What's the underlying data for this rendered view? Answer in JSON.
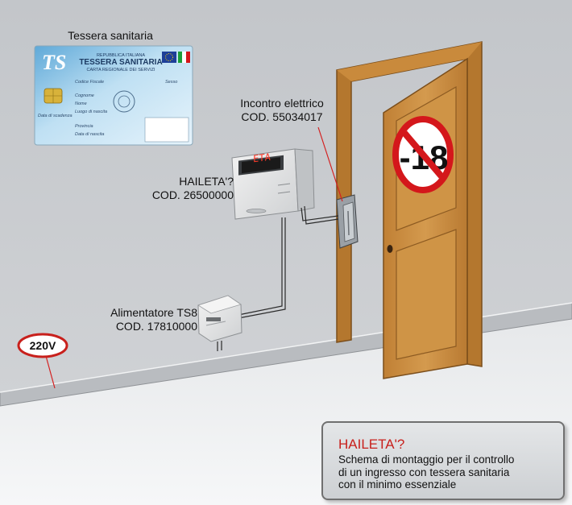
{
  "card": {
    "title": "Tessera sanitaria",
    "logo": "TS",
    "republic": "REPUBBLICA ITALIANA",
    "heading": "TESSERA SANITARIA",
    "subheading": "CARTA REGIONALE DEI SERVIZI",
    "fields": [
      "Codice Fiscale",
      "Cognome",
      "Nome",
      "Luogo di nascita",
      "Provincia",
      "Data di nascita"
    ],
    "sex_label": "Sesso",
    "expiry_label": "Data di scadenza"
  },
  "lock": {
    "name": "Incontro elettrico",
    "code": "COD. 55034017"
  },
  "reader": {
    "name": "HAILETA'?",
    "code": "COD. 26500000",
    "display": "ETA"
  },
  "psu": {
    "name": "Alimentatore TS8",
    "code": "COD. 17810000"
  },
  "power": {
    "label": "220V"
  },
  "door_sign": {
    "text": "-18"
  },
  "info": {
    "title": "HAILETA'?",
    "lines": [
      "Schema di montaggio per il controllo",
      "di un ingresso con tessera sanitaria",
      "con il minimo essenziale"
    ]
  },
  "colors": {
    "sign_red": "#d4171b",
    "door": "#c98a3c",
    "frame": "#b4772e",
    "accent_red": "#c8201c"
  }
}
